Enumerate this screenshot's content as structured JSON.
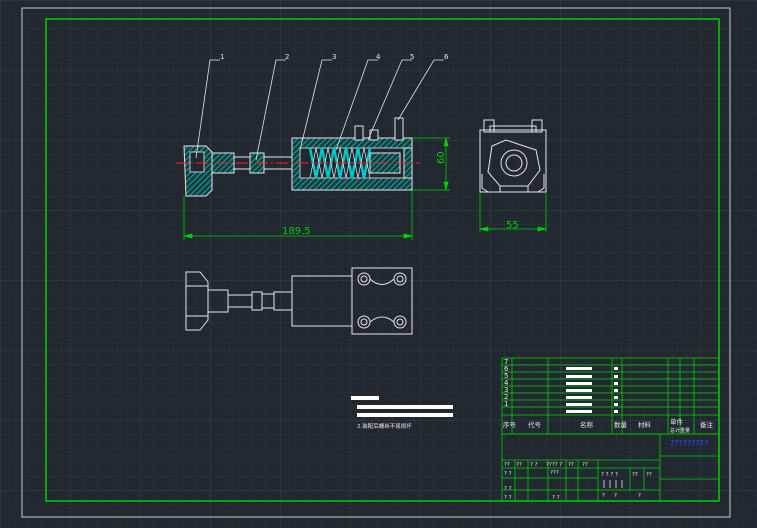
{
  "colors": {
    "background": "#212830",
    "grid_minor": "#2a323b",
    "grid_major": "#333c47",
    "frame": "#c8ccd2",
    "border": "#00d000",
    "part": "#e6e6e6",
    "hatch": "#00c8c8",
    "dim": "#00d000",
    "centerline": "#ff2020",
    "leader": "#e6e6e6"
  },
  "balloons": [
    "1",
    "2",
    "3",
    "4",
    "5",
    "6"
  ],
  "dimensions": {
    "overall_length": "189.5",
    "height": "60",
    "side_width": "55"
  },
  "notes": {
    "line1": "2.装配后螺丝不易损坏"
  },
  "bom": {
    "rows": [
      {
        "no": "7"
      },
      {
        "no": "6"
      },
      {
        "no": "5"
      },
      {
        "no": "4"
      },
      {
        "no": "3"
      },
      {
        "no": "2"
      },
      {
        "no": "1"
      }
    ],
    "headers": [
      "序号",
      "代号",
      "名称",
      "数量",
      "材料",
      "单件",
      "总计重量",
      "备注"
    ]
  },
  "title_block": {
    "drawing_title": "?????????",
    "cells_row1": [
      "??",
      "??",
      "? ?",
      "???? ?",
      "??",
      "??"
    ],
    "cells_row2": [
      "? ?",
      "???"
    ],
    "scale_cells": [
      "? ? ? ?",
      "??",
      "??"
    ],
    "bottom_left": [
      "? ?",
      "? ?",
      "? ?"
    ],
    "bottom_marks": [
      "?",
      "?",
      "?"
    ]
  }
}
